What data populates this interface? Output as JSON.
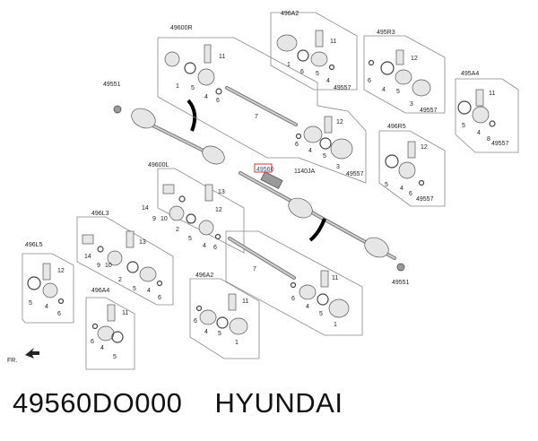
{
  "diagram": {
    "callouts": {
      "main_part": "49560",
      "rh_shaft_assy": "49600R",
      "lh_shaft_assy": "49600L",
      "boot_kit_a2": "496A2",
      "boot_kit_a2_lower": "496A2",
      "boot_kit_r3": "495R3",
      "boot_kit_a4": "495A4",
      "boot_kit_r5": "496R5",
      "boot_kit_l3": "496L3",
      "boot_kit_l5": "496L5",
      "boot_kit_a4_lower": "496A4",
      "nut_upper": "49551",
      "nut_lower": "49551",
      "bolt": "1140JA",
      "clip": "49557"
    },
    "nums": {
      "n1": "1",
      "n2": "2",
      "n3": "3",
      "n4": "4",
      "n5": "5",
      "n6": "6",
      "n7": "7",
      "n8": "8",
      "n9": "9",
      "n10": "10",
      "n11": "11",
      "n12": "12",
      "n13": "13",
      "n14": "14"
    },
    "front_label": "FR."
  },
  "caption": {
    "part_number": "49560DO000",
    "brand": "HYUNDAI"
  }
}
